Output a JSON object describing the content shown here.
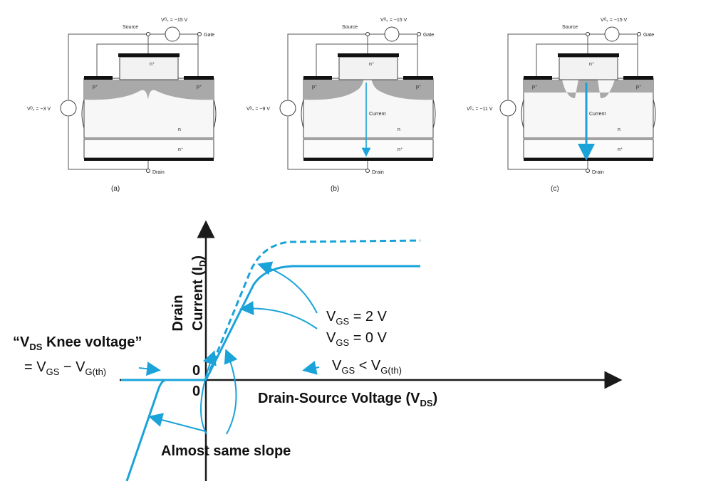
{
  "panels": [
    {
      "id": "a",
      "caption": "(a)",
      "source_label": "Source",
      "gate_label": "Gate",
      "drain_label": "Drain",
      "vgs_label": "Vᴳₛ = −15 V",
      "vds_label": "Vᴰₛ = −3 V",
      "pplus_label": "p⁺",
      "nplus_top_label": "n⁺",
      "n_label": "n",
      "nplus_bottom_label": "n⁺",
      "current_label": "",
      "depletion": "merged"
    },
    {
      "id": "b",
      "caption": "(b)",
      "source_label": "Source",
      "gate_label": "Gate",
      "drain_label": "Drain",
      "vgs_label": "Vᴳₛ = −15 V",
      "vds_label": "Vᴰₛ = −9 V",
      "pplus_label": "p⁺",
      "nplus_top_label": "n⁺",
      "n_label": "n",
      "nplus_bottom_label": "n⁺",
      "current_label": "Current",
      "depletion": "narrow"
    },
    {
      "id": "c",
      "caption": "(c)",
      "source_label": "Source",
      "gate_label": "Gate",
      "drain_label": "Drain",
      "vgs_label": "Vᴳₛ = −15 V",
      "vds_label": "Vᴰₛ = −11 V",
      "pplus_label": "p⁺",
      "nplus_top_label": "n⁺",
      "n_label": "n",
      "nplus_bottom_label": "n⁺",
      "current_label": "Current",
      "depletion": "open"
    }
  ],
  "iv_plot": {
    "y_axis_title_1": "Drain",
    "y_axis_title_2": "Current (I",
    "y_axis_title_sub": "D",
    "y_axis_title_3": ")",
    "x_axis_title": "Drain-Source Voltage (V",
    "x_axis_title_sub": "DS",
    "x_axis_title_end": ")",
    "origin_y_label": "0",
    "origin_x_label": "0",
    "curve_vgs2_main": "V",
    "curve_vgs2_sub": "GS",
    "curve_vgs2_value": " = 2 V",
    "curve_vgs0_main": "V",
    "curve_vgs0_sub": "GS",
    "curve_vgs0_value": " = 0 V",
    "curve_off_main": "V",
    "curve_off_sub1": "GS",
    "curve_off_mid": " < V",
    "curve_off_sub2": "G(th)",
    "knee_line1_a": "“V",
    "knee_line1_sub": "DS",
    "knee_line1_b": " Knee voltage”",
    "knee_line2_a": "= V",
    "knee_line2_sub1": "GS",
    "knee_line2_b": " − V",
    "knee_line2_sub2": "G(th)",
    "slope_note": "Almost same slope",
    "line_color": "#1aa3d9",
    "axis_color": "#1a1a1a"
  }
}
